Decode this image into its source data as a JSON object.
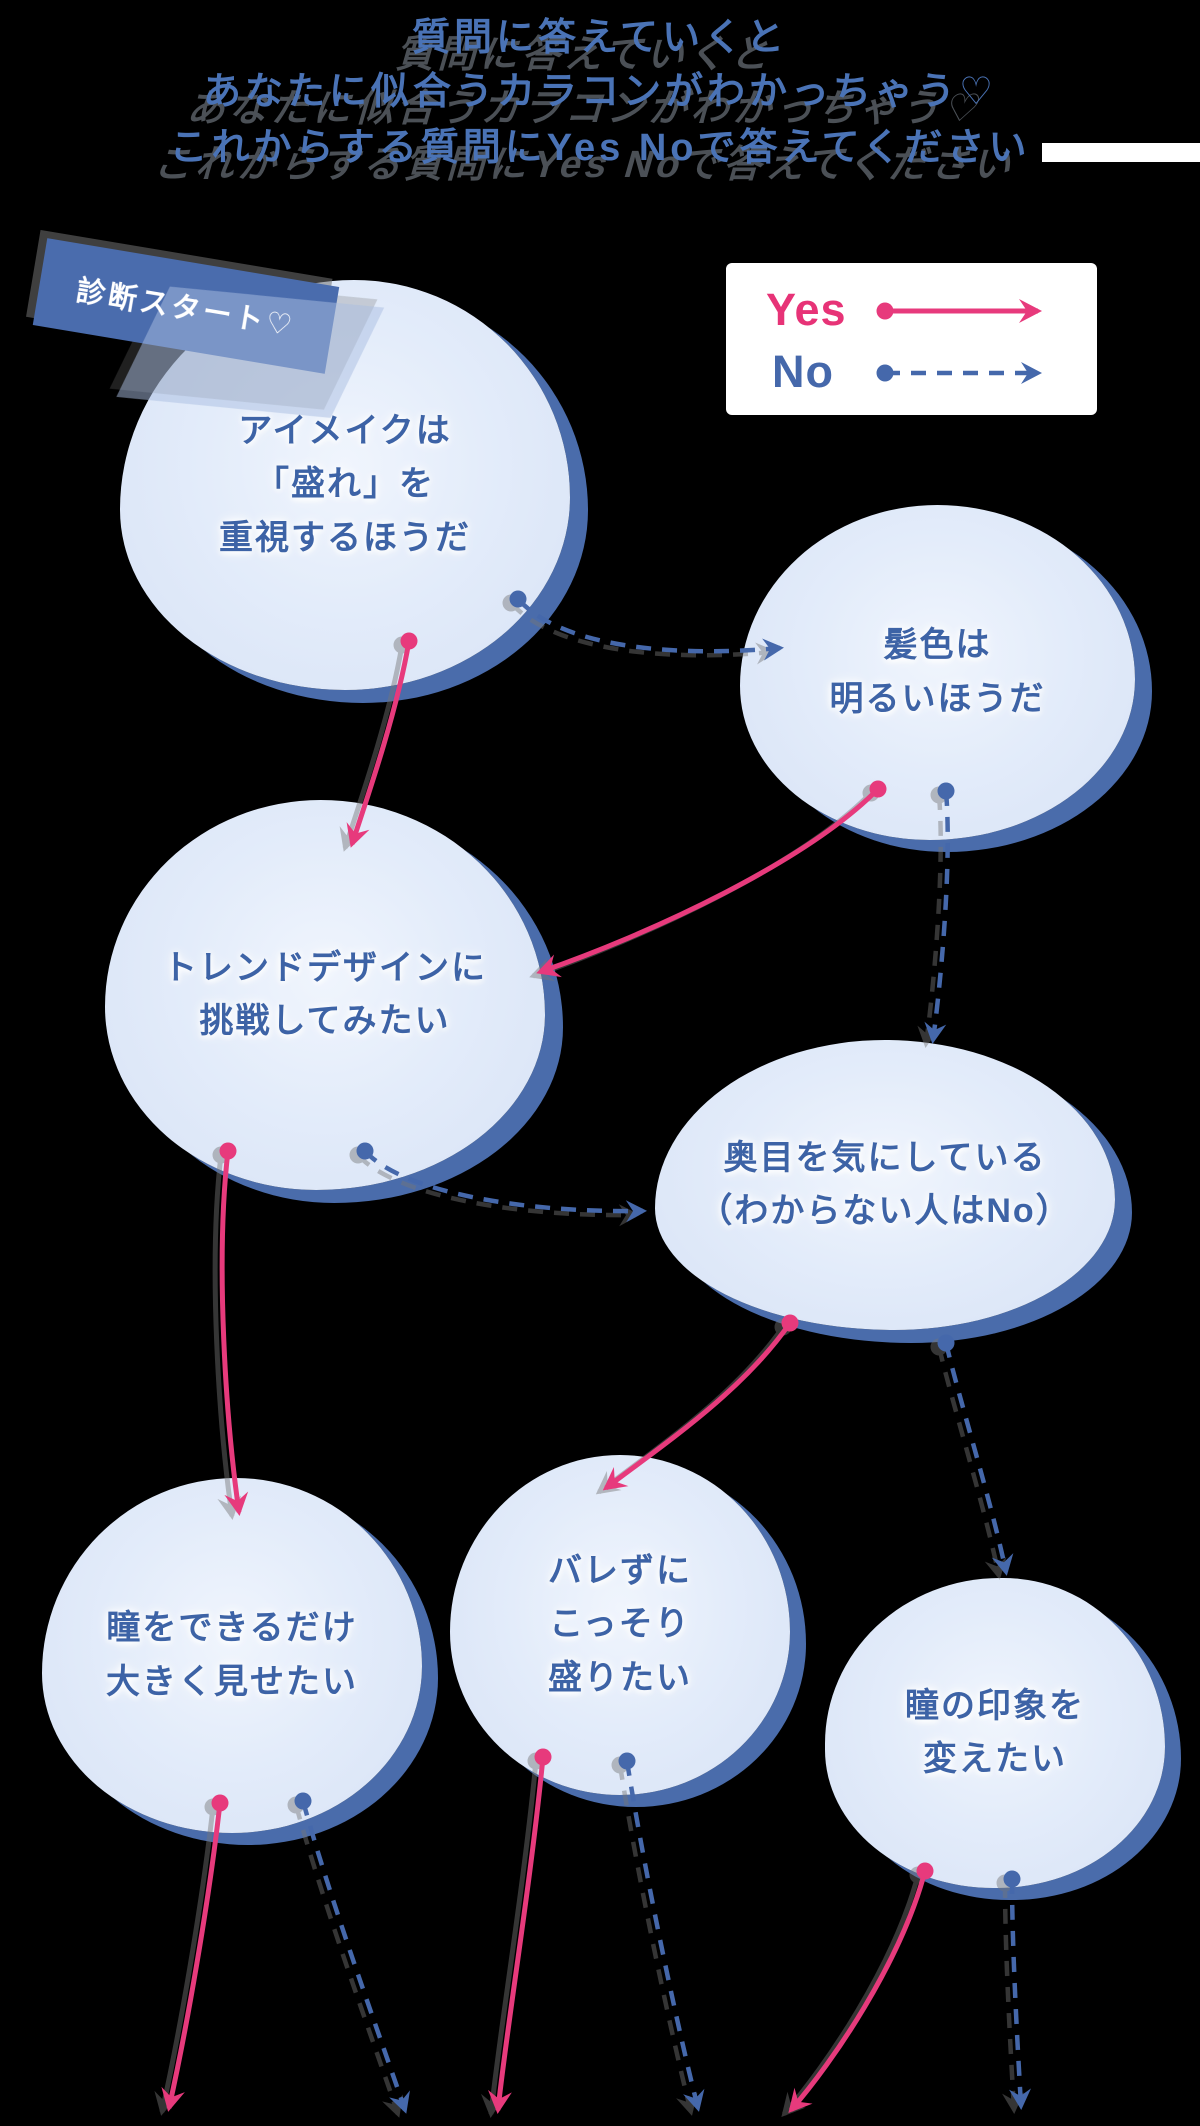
{
  "page": {
    "background": "#000000"
  },
  "header": {
    "lines": [
      "質問に答えていくと",
      "あなたに似合うカラコンがわかっちゃう♡",
      "これからする質問にYes Noで答えてください"
    ],
    "text_color": "#4a73b6",
    "shadow_color": "#4b5056"
  },
  "legend": {
    "yes_label": "Yes",
    "no_label": "No",
    "yes_color": "#e73377",
    "no_color": "#4568ab",
    "yes_style": "solid arrow",
    "no_style": "dashed arrow"
  },
  "banner": {
    "label": "診断スタート♡",
    "bg": "#4a6cad",
    "text_color": "#ffffff"
  },
  "nodes": [
    {
      "id": "q1",
      "lines": [
        "アイメイクは",
        "「盛れ」を",
        "重視するほうだ"
      ]
    },
    {
      "id": "q2",
      "lines": [
        "髪色は",
        "明るいほうだ"
      ]
    },
    {
      "id": "q3",
      "lines": [
        "トレンドデザインに",
        "挑戦してみたい"
      ]
    },
    {
      "id": "q4",
      "lines": [
        "奥目を気にしている",
        "（わからない人はNo）"
      ]
    },
    {
      "id": "q5",
      "lines": [
        "瞳をできるだけ",
        "大きく見せたい"
      ]
    },
    {
      "id": "q6",
      "lines": [
        "バレずに",
        "こっそり",
        "盛りたい"
      ]
    },
    {
      "id": "q7",
      "lines": [
        "瞳の印象を",
        "変えたい"
      ]
    }
  ],
  "edges": [
    {
      "from": "q1",
      "answer": "Yes",
      "to": "q3"
    },
    {
      "from": "q1",
      "answer": "No",
      "to": "q2"
    },
    {
      "from": "q2",
      "answer": "Yes",
      "to": "q3"
    },
    {
      "from": "q2",
      "answer": "No",
      "to": "q4"
    },
    {
      "from": "q3",
      "answer": "Yes",
      "to": "q5"
    },
    {
      "from": "q3",
      "answer": "No",
      "to": "q4"
    },
    {
      "from": "q4",
      "answer": "Yes",
      "to": "q6"
    },
    {
      "from": "q4",
      "answer": "No",
      "to": "q7"
    },
    {
      "from": "q5",
      "answer": "Yes",
      "to": "offscreen-bottom"
    },
    {
      "from": "q5",
      "answer": "No",
      "to": "offscreen-bottom"
    },
    {
      "from": "q6",
      "answer": "Yes",
      "to": "offscreen-bottom"
    },
    {
      "from": "q6",
      "answer": "No",
      "to": "offscreen-bottom"
    },
    {
      "from": "q7",
      "answer": "Yes",
      "to": "offscreen-bottom"
    },
    {
      "from": "q7",
      "answer": "No",
      "to": "offscreen-bottom"
    }
  ],
  "colors": {
    "bubble_fill": "#dde7f8",
    "bubble_shadow": "#4a6cab",
    "bubble_text": "#3d63a6",
    "yes_pink": "#e73a7c",
    "no_blue": "#4568ab"
  }
}
